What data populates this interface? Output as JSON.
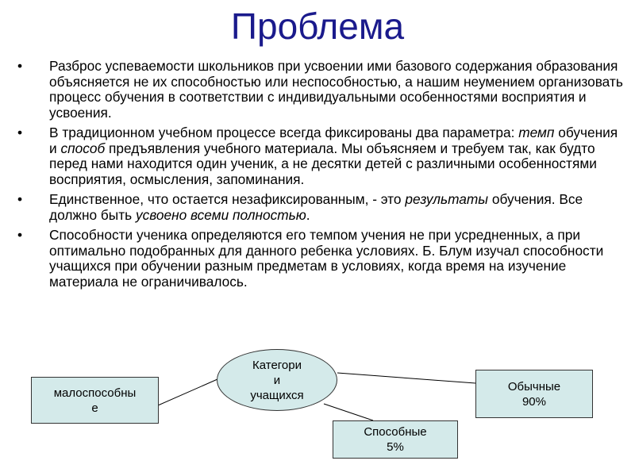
{
  "title": "Проблема",
  "bullets": [
    {
      "text": "Разброс успеваемости школьников при усвоении ими базового содержания образования объясняется не их способностью или неспособностью, а нашим неумением организовать процесс обучения в соответствии с индивидуальными особенностями восприятия и усвоения."
    },
    {
      "pre": "В традиционном учебном процессе всегда фиксированы два параметра: ",
      "i1": "темп",
      "mid": " обучения и ",
      "i2": "способ",
      "post": " предъявления учебного материала. Мы объясняем и требуем так, как будто перед нами находится один ученик, а не десятки детей с различными особенностями восприятия, осмысления, запоминания."
    },
    {
      "pre": "Единственное, что остается незафиксированным, - это ",
      "i1": "результаты",
      "mid": " обучения. Все должно быть ",
      "i2": "усвоено всеми полностью",
      "post": "."
    },
    {
      "text": "Способности ученика определяются его темпом учения не при усредненных, а при оптимально подобранных для данного ребенка условиях. Б. Блум изучал способности учащихся при обучении разным предметам в условиях, когда время на изучение материала не ограничивалось."
    }
  ],
  "diagram": {
    "center": "Категори\nи\nучащихся",
    "left": "малоспособны\nе",
    "bottom": "Способные\n5%",
    "right": "Обычные\n90%"
  },
  "colors": {
    "title": "#1a1a8c",
    "node_fill": "#d4eaea"
  }
}
